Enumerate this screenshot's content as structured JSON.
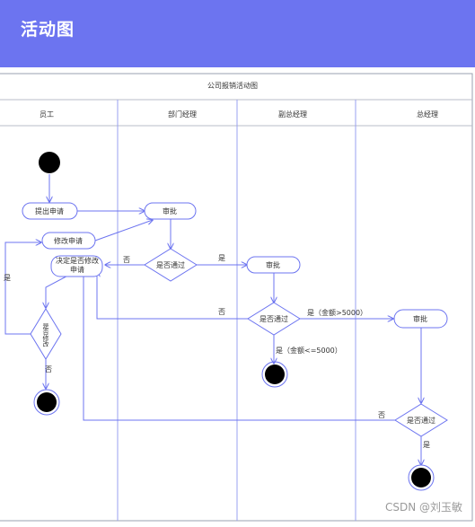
{
  "header": {
    "title": "活动图"
  },
  "diagram": {
    "title": "公司报销活动图",
    "lanes": [
      "员工",
      "部门经理",
      "副总经理",
      "总经理"
    ],
    "nodes": {
      "submit": "提出申请",
      "modify": "修改申请",
      "decide_modify": "决定是否修改申请",
      "is_modify": "是否修改",
      "dept_review": "审批",
      "dept_pass": "是否通过",
      "vp_review": "审批",
      "vp_pass": "是否通过",
      "gm_review": "审批",
      "gm_pass": "是否通过"
    },
    "edge_labels": {
      "dept_yes": "是",
      "dept_no": "否",
      "vp_no": "否",
      "vp_over": "是（金额>5000）",
      "vp_under": "是（金额<=5000）",
      "gm_no": "否",
      "gm_yes": "是",
      "modify_yes": "是",
      "modify_no": "否"
    }
  },
  "watermark": "CSDN @刘玉敏"
}
